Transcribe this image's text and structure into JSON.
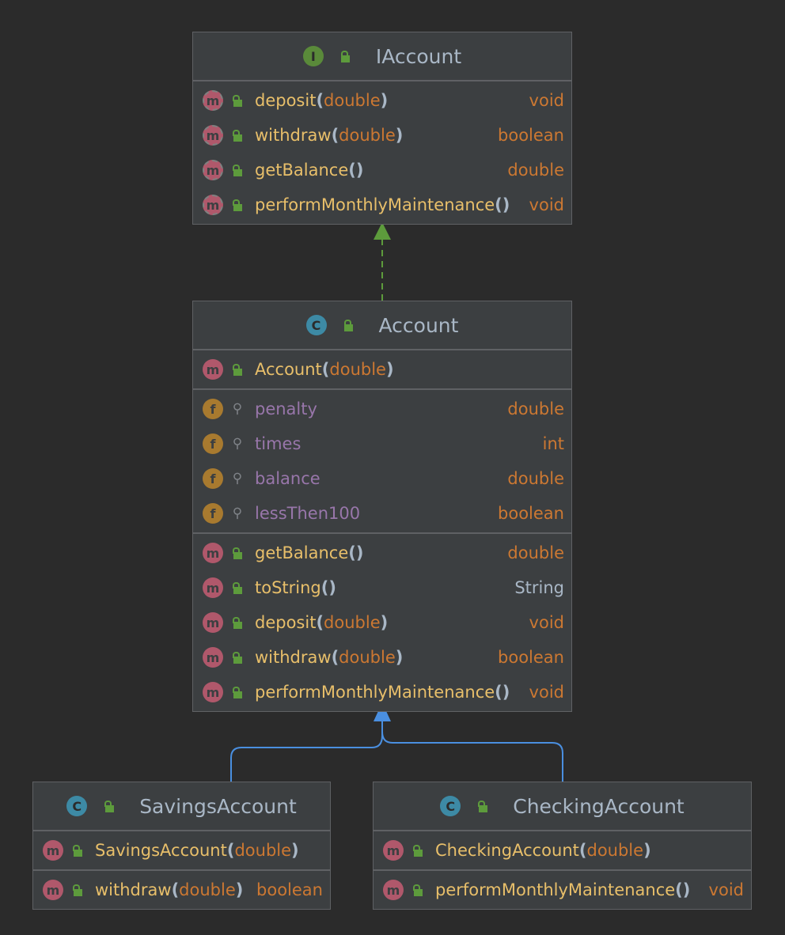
{
  "colors": {
    "background": "#2b2b2b",
    "box": "#3c3f41",
    "realization_arrow": "#5d9b3c",
    "inheritance_arrow": "#4a8fe0"
  },
  "classes": {
    "iaccount": {
      "badge": "I",
      "kind": "interface",
      "name": "IAccount",
      "methods": [
        {
          "name": "deposit",
          "open": "(",
          "param": "double",
          "close": ")",
          "ret": "void"
        },
        {
          "name": "withdraw",
          "open": "(",
          "param": "double",
          "close": ")",
          "ret": "boolean"
        },
        {
          "name": "getBalance",
          "open": "()",
          "param": "",
          "close": "",
          "ret": "double"
        },
        {
          "name": "performMonthlyMaintenance",
          "open": "()",
          "param": "",
          "close": "",
          "ret": "void"
        }
      ]
    },
    "account": {
      "badge": "C",
      "kind": "class",
      "name": "Account",
      "constructors": [
        {
          "name": "Account",
          "open": "(",
          "param": "double",
          "close": ")"
        }
      ],
      "fields": [
        {
          "name": "penalty",
          "type": "double"
        },
        {
          "name": "times",
          "type": "int"
        },
        {
          "name": "balance",
          "type": "double"
        },
        {
          "name": "lessThen100",
          "type": "boolean"
        }
      ],
      "methods": [
        {
          "name": "getBalance",
          "open": "()",
          "param": "",
          "close": "",
          "ret": "double"
        },
        {
          "name": "toString",
          "open": "()",
          "param": "",
          "close": "",
          "ret": "String"
        },
        {
          "name": "deposit",
          "open": "(",
          "param": "double",
          "close": ")",
          "ret": "void"
        },
        {
          "name": "withdraw",
          "open": "(",
          "param": "double",
          "close": ")",
          "ret": "boolean"
        },
        {
          "name": "performMonthlyMaintenance",
          "open": "()",
          "param": "",
          "close": "",
          "ret": "void"
        }
      ]
    },
    "savings": {
      "badge": "C",
      "kind": "class",
      "name": "SavingsAccount",
      "constructors": [
        {
          "name": "SavingsAccount",
          "open": "(",
          "param": "double",
          "close": ")"
        }
      ],
      "methods": [
        {
          "name": "withdraw",
          "open": "(",
          "param": "double",
          "close": ")",
          "ret": "boolean"
        }
      ]
    },
    "checking": {
      "badge": "C",
      "kind": "class",
      "name": "CheckingAccount",
      "constructors": [
        {
          "name": "CheckingAccount",
          "open": "(",
          "param": "double",
          "close": ")"
        }
      ],
      "methods": [
        {
          "name": "performMonthlyMaintenance",
          "open": "()",
          "param": "",
          "close": "",
          "ret": "void"
        }
      ]
    }
  },
  "member_badges": {
    "method": "m",
    "field": "f"
  }
}
